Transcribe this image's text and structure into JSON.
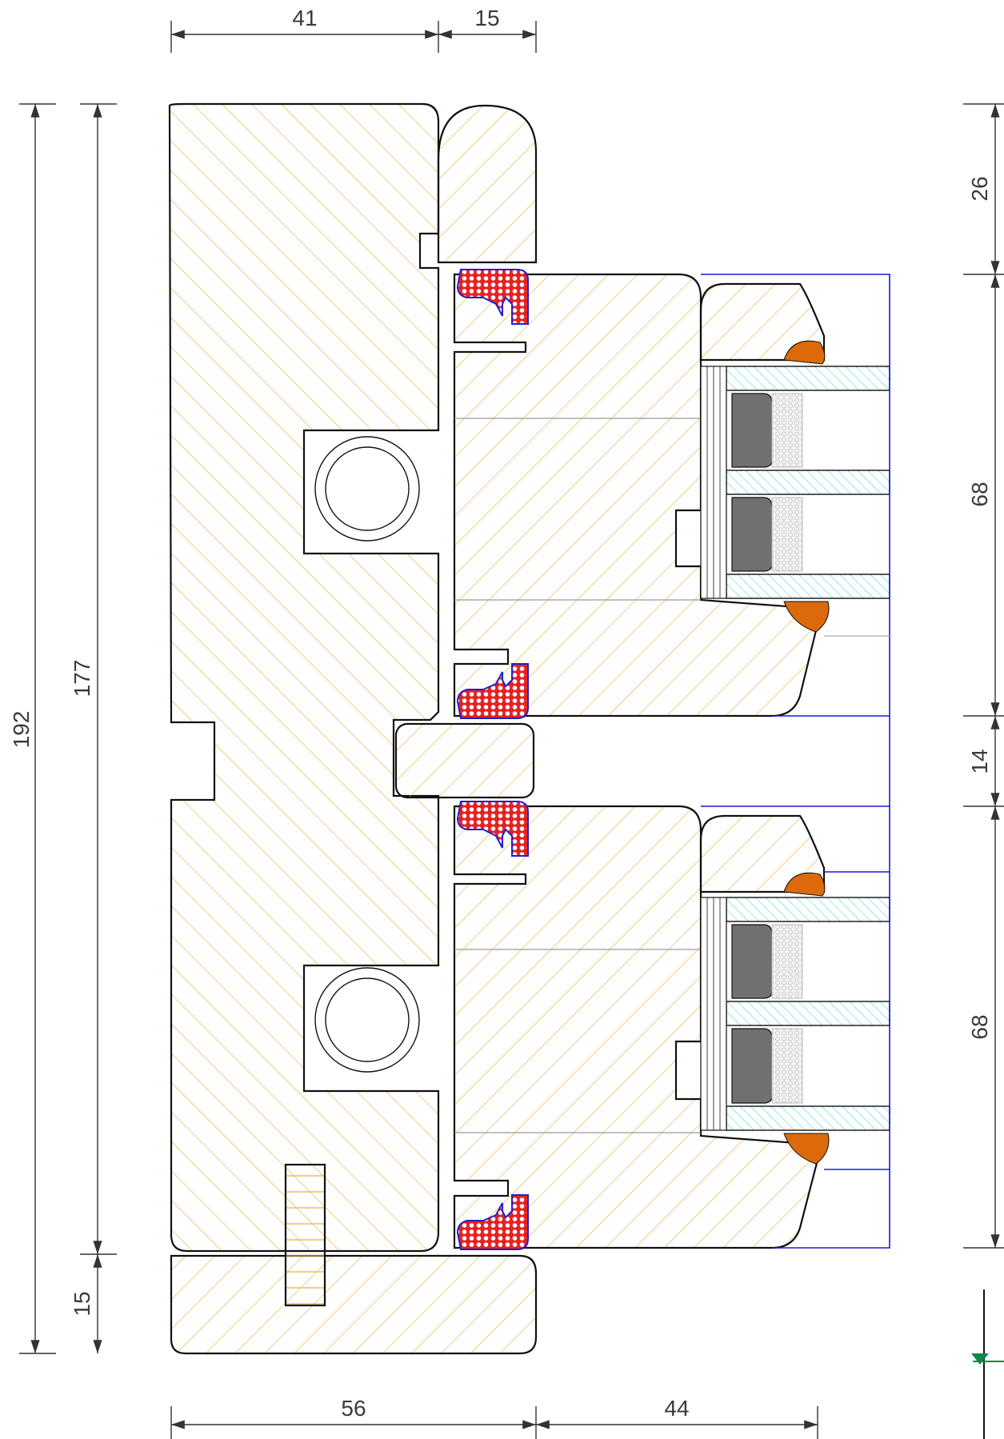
{
  "dimensions": {
    "top_left": "41",
    "top_right": "15",
    "left_total": "192",
    "left_inner": "177",
    "left_bottom": "15",
    "right_top": "26",
    "right_upper": "68",
    "right_gap": "14",
    "right_lower": "68",
    "bottom_left": "56",
    "bottom_right": "44"
  },
  "colors": {
    "wood_hatch": "#e8b33a",
    "glass_hatch": "#3fd6d6",
    "seal_red": "#e82020",
    "seal_blue": "#2020d0",
    "spacer_gray": "#707070",
    "gasket_orange": "#dc6a0a",
    "frame_blue": "#1a1ad6",
    "marker_green": "#0a8a4a"
  }
}
